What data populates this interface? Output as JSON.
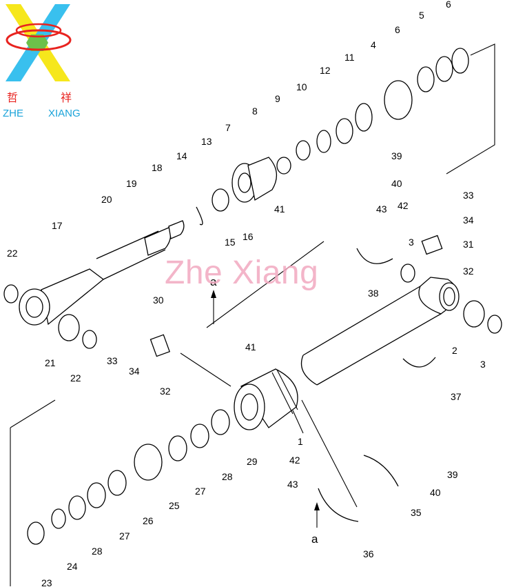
{
  "logo": {
    "chinese_left": "哲",
    "chinese_right": "祥",
    "latin_left": "ZHE",
    "latin_right": "XIANG",
    "colors": {
      "yellow": "#f6e71c",
      "cyan": "#39c0ee",
      "green": "#6cc14a",
      "red": "#e8231f"
    }
  },
  "watermark": "Zhe Xiang",
  "section_markers": [
    "a",
    "a"
  ],
  "part_numbers": [
    "1",
    "2",
    "3",
    "3",
    "4",
    "5",
    "6",
    "6",
    "7",
    "8",
    "9",
    "10",
    "11",
    "12",
    "13",
    "14",
    "15",
    "16",
    "17",
    "18",
    "19",
    "20",
    "21",
    "22",
    "22",
    "23",
    "24",
    "25",
    "26",
    "27",
    "27",
    "28",
    "28",
    "29",
    "30",
    "31",
    "32",
    "32",
    "33",
    "33",
    "34",
    "34",
    "35",
    "36",
    "37",
    "38",
    "39",
    "39",
    "40",
    "40",
    "41",
    "41",
    "42",
    "42",
    "43",
    "43"
  ]
}
